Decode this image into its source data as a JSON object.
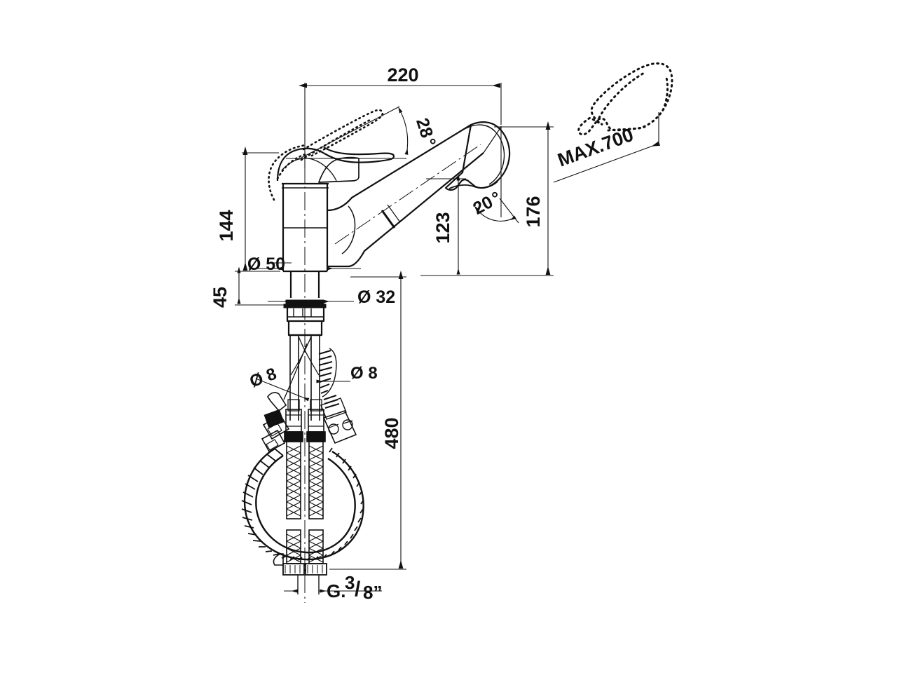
{
  "document": {
    "type": "technical-drawing",
    "subject": "Single-lever kitchen mixer tap with pull-out spray",
    "background_color": "#ffffff",
    "line_color": "#111111",
    "units": "mm"
  },
  "dimensions": {
    "spout_reach": {
      "label": "220",
      "name": "spout-reach",
      "units": "mm"
    },
    "body_height": {
      "label": "144",
      "name": "body-height",
      "units": "mm"
    },
    "base_height": {
      "label": "45",
      "name": "base-height",
      "units": "mm"
    },
    "base_diameter": {
      "label": "Ø 50",
      "name": "base-diameter",
      "units": "mm"
    },
    "shank_diameter": {
      "label": "Ø 32",
      "name": "shank-diameter",
      "units": "mm"
    },
    "spout_outlet_height": {
      "label": "123",
      "name": "spout-outlet-height",
      "units": "mm"
    },
    "spout_top_height": {
      "label": "176",
      "name": "spout-top-height",
      "units": "mm"
    },
    "hose_length": {
      "label": "480",
      "name": "hose-length",
      "units": "mm"
    },
    "pull_out_reach": {
      "label": "MAX.700",
      "name": "pull-out-reach",
      "units": "mm"
    },
    "hose_diameter_left": {
      "label": "Ø 8",
      "name": "hose-diameter-left",
      "units": "mm"
    },
    "hose_diameter_right": {
      "label": "Ø 8",
      "name": "hose-diameter-right",
      "units": "mm"
    },
    "supply_thread": {
      "label": "G.3/8”",
      "name": "supply-thread"
    },
    "lever_angle": {
      "label": "28°",
      "name": "lever-open-angle"
    },
    "spray_angle": {
      "label": "20°",
      "name": "spray-head-angle"
    }
  },
  "labels": {
    "d220": "220",
    "d144": "144",
    "d45": "45",
    "d50": "Ø 50",
    "d32": "Ø 32",
    "d123": "123",
    "d176": "176",
    "d480": "480",
    "dmax700": "MAX.700",
    "d8a": "Ø 8",
    "d8b": "Ø 8",
    "thread": "G.",
    "thread_num": "3",
    "thread_slash": "/",
    "thread_den": "8”",
    "a28": "28",
    "a28deg": "°",
    "a20": "20",
    "a20deg": "°"
  }
}
